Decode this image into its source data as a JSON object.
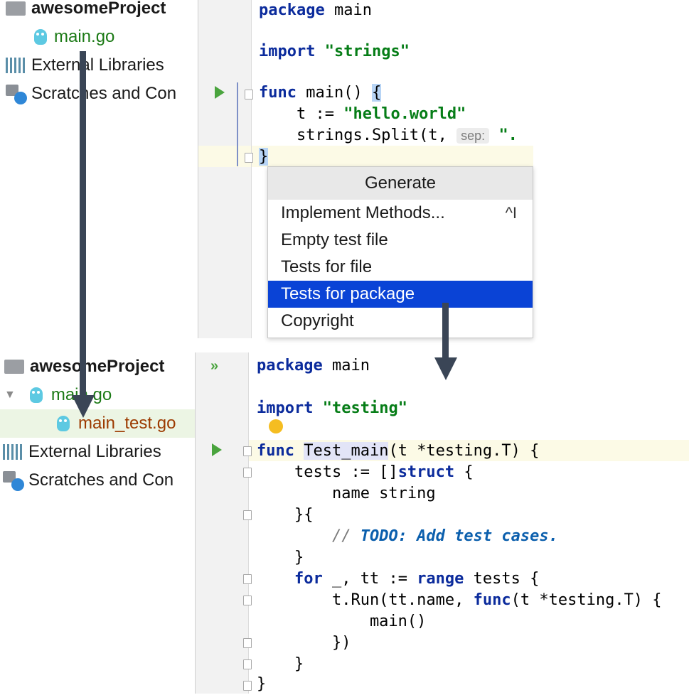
{
  "top_panel": {
    "project_name": "awesomeProject",
    "items": [
      {
        "label": "main.go"
      },
      {
        "label": "External Libraries"
      },
      {
        "label": "Scratches and Con"
      }
    ],
    "code": {
      "package_kw": "package",
      "package_name": " main",
      "import_kw": "import",
      "import_path": "\"strings\"",
      "func_kw": "func",
      "func_sig": " main() ",
      "open_brace": "{",
      "line_t": "    t := ",
      "line_t_str": "\"hello.world\"",
      "line_split": "    strings.Split(t, ",
      "param_hint": "sep:",
      "split_tail": "\".",
      "close_brace": "}"
    }
  },
  "generate_popup": {
    "title": "Generate",
    "items": [
      {
        "label": "Implement Methods...",
        "shortcut": "^I"
      },
      {
        "label": "Empty test file"
      },
      {
        "label": "Tests for file"
      },
      {
        "label": "Tests for package",
        "selected": true
      },
      {
        "label": "Copyright"
      }
    ]
  },
  "bottom_panel": {
    "project_name": "awesomeProject",
    "items": [
      {
        "label": "main.go"
      },
      {
        "label": "main_test.go"
      },
      {
        "label": "External Libraries"
      },
      {
        "label": "Scratches and Con"
      }
    ],
    "code": {
      "l1_kw": "package",
      "l1_rest": " main",
      "l3_kw": "import",
      "l3_str": "\"testing\"",
      "l5_kw": "func",
      "l5_name": "Test_main",
      "l5_rest": "(t *testing.T) {",
      "l6_a": "    tests := []",
      "l6_kw": "struct",
      "l6_b": " {",
      "l7": "        name string",
      "l8": "    }{",
      "l9_slash": "        // ",
      "l9_todo": "TODO: Add test cases.",
      "l10": "    }",
      "l11_kw1": "for",
      "l11_a": " _, tt := ",
      "l11_kw2": "range",
      "l11_b": " tests {",
      "l12_a": "        t.Run(tt.name, ",
      "l12_kw": "func",
      "l12_b": "(t *testing.T) {",
      "l13": "            main()",
      "l14": "        })",
      "l15": "    }",
      "l16": "}"
    }
  },
  "colors": {
    "keyword": "#0b2b9c",
    "string": "#067d17",
    "selection": "#0a43d6",
    "arrow": "#3a4556",
    "caret_line": "#fcfae6"
  }
}
